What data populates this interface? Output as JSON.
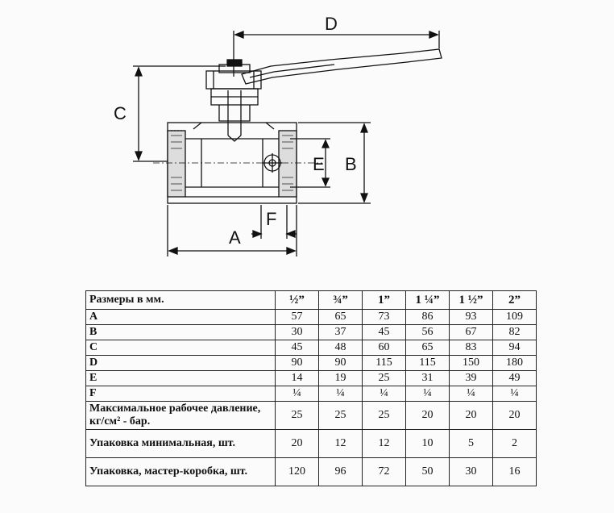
{
  "diagram": {
    "dimension_labels": {
      "A": "A",
      "B": "B",
      "C": "C",
      "D": "D",
      "E": "E",
      "F": "F"
    }
  },
  "table": {
    "header_label": "Размеры в мм.",
    "sizes": [
      "½”",
      "¾”",
      "1”",
      "1 ¼”",
      "1 ½”",
      "2”"
    ],
    "rows": [
      {
        "label": "A",
        "values": [
          "57",
          "65",
          "73",
          "86",
          "93",
          "109"
        ]
      },
      {
        "label": "B",
        "values": [
          "30",
          "37",
          "45",
          "56",
          "67",
          "82"
        ]
      },
      {
        "label": "C",
        "values": [
          "45",
          "48",
          "60",
          "65",
          "83",
          "94"
        ]
      },
      {
        "label": "D",
        "values": [
          "90",
          "90",
          "115",
          "115",
          "150",
          "180"
        ]
      },
      {
        "label": "E",
        "values": [
          "14",
          "19",
          "25",
          "31",
          "39",
          "49"
        ]
      },
      {
        "label": "F",
        "values": [
          "¼",
          "¼",
          "¼",
          "¼",
          "¼",
          "¼"
        ]
      },
      {
        "label": "Максимальное рабочее давление, кг/см² - бар.",
        "values": [
          "25",
          "25",
          "25",
          "20",
          "20",
          "20"
        ]
      },
      {
        "label": "Упаковка минимальная, шт.",
        "values": [
          "20",
          "12",
          "12",
          "10",
          "5",
          "2"
        ]
      },
      {
        "label": "Упаковка, мастер-коробка, шт.",
        "values": [
          "120",
          "96",
          "72",
          "50",
          "30",
          "16"
        ]
      }
    ]
  }
}
